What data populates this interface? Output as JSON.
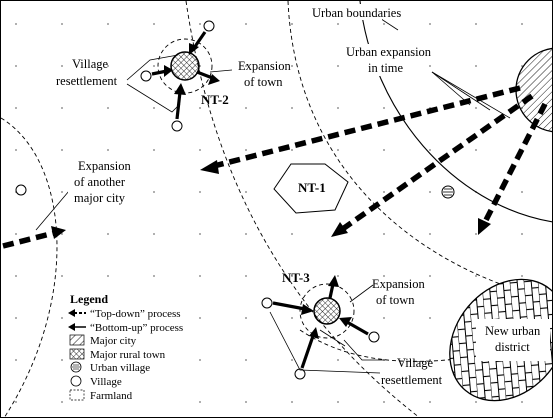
{
  "labels": {
    "urban_boundaries": "Urban boundaries",
    "urban_expansion_l1": "Urban expansion",
    "urban_expansion_l2": "in time",
    "village_resettlement_top_l1": "Village",
    "village_resettlement_top_l2": "resettlement",
    "expansion_town_top_l1": "Expansion",
    "expansion_town_top_l2": "of town",
    "nt2": "NT-2",
    "nt1": "NT-1",
    "nt3": "NT-3",
    "expansion_city_l1": "Expansion",
    "expansion_city_l2": "of another",
    "expansion_city_l3": "major city",
    "expansion_town_bottom_l1": "Expansion",
    "expansion_town_bottom_l2": "of town",
    "village_resettlement_bottom_l1": "Village",
    "village_resettlement_bottom_l2": "resettlement",
    "new_district_l1": "New urban",
    "new_district_l2": "district"
  },
  "legend": {
    "title": "Legend",
    "items": [
      {
        "symbol": "top-down-arrow",
        "label": "“Top-down” process"
      },
      {
        "symbol": "bottom-up-arrow",
        "label": "“Bottom-up” process"
      },
      {
        "symbol": "major-city-swatch",
        "label": "Major city"
      },
      {
        "symbol": "major-rural-town-swatch",
        "label": "Major rural town"
      },
      {
        "symbol": "urban-village-swatch",
        "label": "Urban village"
      },
      {
        "symbol": "village-swatch",
        "label": "Village"
      },
      {
        "symbol": "farmland-swatch",
        "label": "Farmland"
      }
    ]
  }
}
